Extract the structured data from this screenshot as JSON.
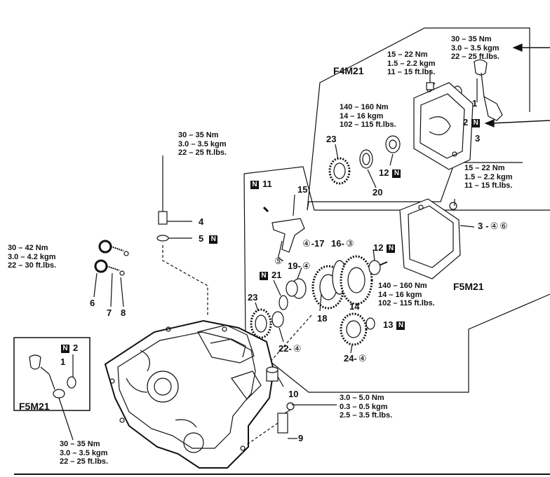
{
  "variants": {
    "f4m21": "F4M21",
    "f5m21_gear": "F5M21",
    "f5m21_inset": "F5M21"
  },
  "torque_specs": {
    "bolt_1_top": [
      "30 – 35 Nm",
      "3.0 – 3.5 kgm",
      "22 – 25 ft.lbs."
    ],
    "bolt_3_top": [
      "15 – 22 Nm",
      "1.5 – 2.2 kgm",
      "11 – 15 ft.lbs."
    ],
    "nut_12_top": [
      "140 – 160 Nm",
      "14 – 16 kgm",
      "102 – 115 ft.lbs."
    ],
    "switch_4": [
      "30 – 35 Nm",
      "3.0 – 3.5 kgm",
      "22 – 25 ft.lbs."
    ],
    "plugs_6": [
      "30 – 42 Nm",
      "3.0 – 4.2 kgm",
      "22 – 30 ft.lbs."
    ],
    "cover_3_right": [
      "15 – 22 Nm",
      "1.5 – 2.2 kgm",
      "11 – 15 ft.lbs."
    ],
    "nut_13": [
      "140 – 160 Nm",
      "14 – 16 kgm",
      "102 – 115 ft.lbs."
    ],
    "bolt_9": [
      "3.0 – 5.0 Nm",
      "0.3 – 0.5 kgm",
      "2.5 – 3.5 ft.lbs."
    ],
    "inset_1": [
      "30 – 35 Nm",
      "3.0 – 3.5 kgm",
      "22 – 25 ft.lbs."
    ]
  },
  "callouts": {
    "c1_top": "1",
    "c2_top": "2",
    "c3_top": "3",
    "c23_top": "23",
    "c12_top": "12",
    "c20": "20",
    "c4": "4",
    "c5": "5",
    "c6": "6",
    "c7": "7",
    "c8": "8",
    "c11": "11",
    "c15": "15",
    "c17": "17",
    "c16": "16",
    "c12_mid": "12",
    "c19": "19",
    "c21": "21",
    "c23_mid": "23",
    "c14": "14",
    "c18": "18",
    "c13": "13",
    "c22": "22",
    "c24": "24",
    "c3_right": "3",
    "c10": "10",
    "c9": "9",
    "c2_inset": "2",
    "c1_inset": "1"
  },
  "markers": {
    "new_part": "N",
    "circled_3": "③",
    "circled_4": "④",
    "circled_5": "⑤",
    "circled_6": "⑥",
    "dash": "-"
  }
}
